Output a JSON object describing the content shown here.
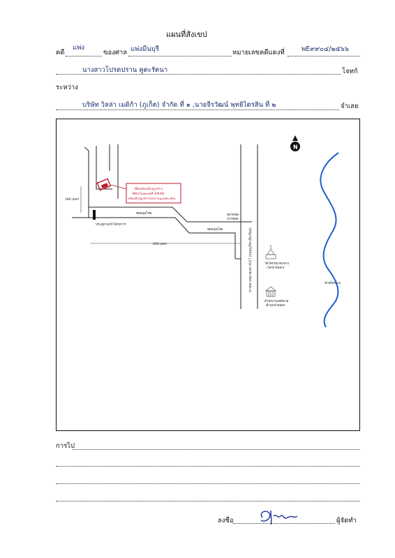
{
  "title": "แผนที่สังเขป",
  "row1": {
    "case_label": "คดี",
    "case_type": "แพ่ง",
    "court_label": "ของศาล",
    "court_name": "แพ่งมีนบุรี",
    "number_label": "หมายเลขคดีแดงที่",
    "number_value": "พE๙๙๐๔/๒๕๖๖"
  },
  "row2": {
    "plaintiff": "นางสาวโปรดปราน คูตะรัตนา",
    "plaintiff_label": "โจทก์"
  },
  "between_label": "ระหว่าง",
  "row3": {
    "defendant": "บริษัท วิลล่า เมดิก้า (ภูเก็ต) จำกัด ที่ ๑ ,นายจีรวัฒน์ พุทธิไตรสิน ที่ ๒",
    "defendant_label": "จำเลย"
  },
  "map": {
    "north_letter": "N",
    "distance_small": "180 เมตร",
    "distance_large": "600 เมตร",
    "property_box": [
      "ที่ดินพร้อมสิ่งปลูกสร้าง",
      "(ที่ดินโฉนดเลขที่ 29438)",
      "พร้อมสิ่งปลูกสร้างไม่ปรากฏเลขทะเบียน"
    ],
    "gate_label": "ประตูทางเข้าโครงการ",
    "soi_label_1": "ซอยนุ่มไทย",
    "soi_label_2": "ซอยนุ่มไทย",
    "junction_label": [
      "ตลาดนัด",
      "ปากซอย"
    ],
    "highway_label": "ทางหลวงหมายเลข 4027 (ถนนภูเก็ต-เมืองใหม่)",
    "temple_label": [
      "วัดโคกขนาดกลาง",
      "(วัดป่าคลอก)"
    ],
    "office_label": [
      "สำนักงานเทศบาล",
      "ตำบลป่าคลอก"
    ],
    "sea_label": "ชายฝั่งทะเล"
  },
  "remarks_label": "การไป",
  "signature": {
    "sign_label": "ลงชื่อ",
    "role_label": "ผู้จัดทำ"
  }
}
